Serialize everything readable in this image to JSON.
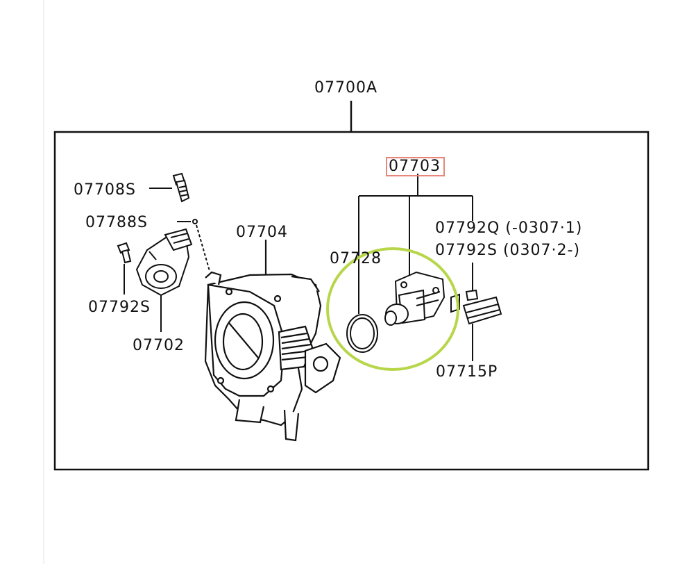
{
  "diagram": {
    "assembly_label": "07700A",
    "parts": {
      "p07708S": "07708S",
      "p07788S": "07788S",
      "p07792S_left": "07792S",
      "p07702": "07702",
      "p07704": "07704",
      "p07703": "07703",
      "p07728": "07728",
      "p07792Q": "07792Q (-0307·1)",
      "p07792S_right": "07792S (0307·2-)",
      "p07715P": "07715P"
    },
    "highlight_color": "#e8867c",
    "circle_color": "#b8d64a"
  }
}
